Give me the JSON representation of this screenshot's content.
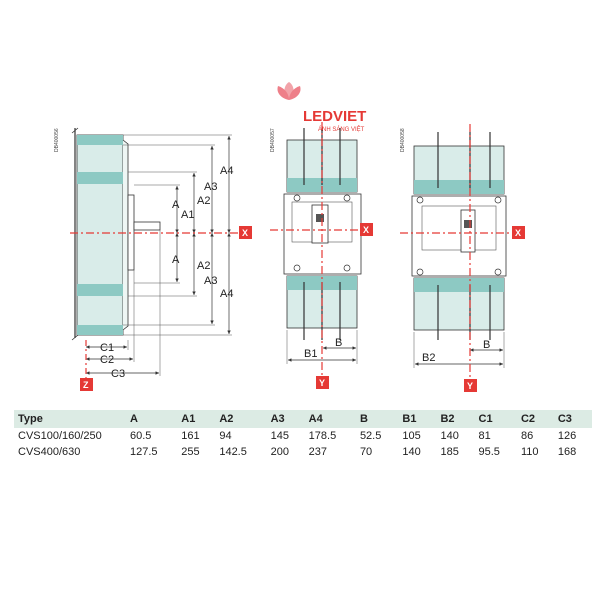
{
  "logo": {
    "brand": "LEDVIET",
    "tagline": "ÁNH SÁNG VIỆT"
  },
  "references": [
    "DB400056",
    "DB400057",
    "DB400058"
  ],
  "axes": {
    "x": "X",
    "y": "Y",
    "z": "Z"
  },
  "dims": {
    "A": "A",
    "A1": "A1",
    "A2": "A2",
    "A3": "A3",
    "A4": "A4",
    "B": "B",
    "B1": "B1",
    "B2": "B2",
    "C1": "C1",
    "C2": "C2",
    "C3": "C3"
  },
  "colors": {
    "accent": "#e53935",
    "body_fill": "#d9ece9",
    "band_fill": "#8dc9c3",
    "dim_line": "#333333"
  },
  "table": {
    "headers": [
      "Type",
      "A",
      "A1",
      "A2",
      "A3",
      "A4",
      "B",
      "B1",
      "B2",
      "C1",
      "C2",
      "C3"
    ],
    "rows": [
      [
        "CVS100/160/250",
        "60.5",
        "161",
        "94",
        "145",
        "178.5",
        "52.5",
        "105",
        "140",
        "81",
        "86",
        "126"
      ],
      [
        "CVS400/630",
        "127.5",
        "255",
        "142.5",
        "200",
        "237",
        "70",
        "140",
        "185",
        "95.5",
        "110",
        "168"
      ]
    ]
  }
}
